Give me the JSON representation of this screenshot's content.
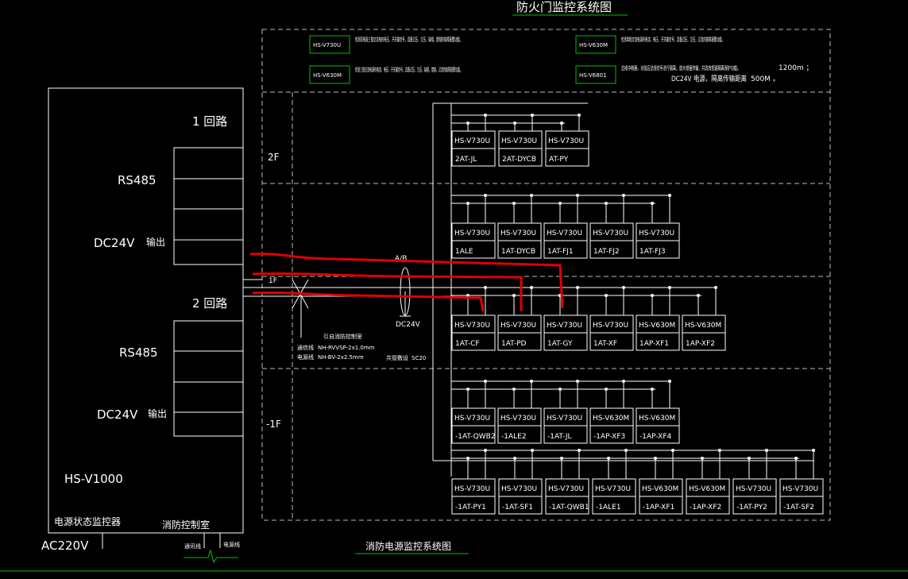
{
  "title_top": "防火门监控系统图",
  "title_bottom": "消防电源监控系统图",
  "legend": [
    {
      "code": "HS-V730U",
      "text": "检测双电源三相交流电的电压、开关量信号，具备过压、欠压、缺相、错相的故障报警功能。"
    },
    {
      "code": "HS-V630M",
      "text": "检测三相交流电源的电流、电压、开关量信号，具备过压、欠压、缺相、错相、过流的故障报警功能。"
    },
    {
      "code": "HS-V630M",
      "text": "检测单相交流电源的电流、电压、开关量信号，具备过压、欠压、过流的故障报警功能。"
    },
    {
      "code": "HS-V6801",
      "text": "总线中继器，对前后总线信号进行隔离，放大增强传输，并具有短路隔离保护功能。",
      "extra1": "1200m ；",
      "extra2": "DC24V 电源，隔离传输距离",
      "extra3": "500M 。"
    }
  ],
  "monitor": {
    "loop1": "1 回路",
    "loop2": "2 回路",
    "rs485": "RS485",
    "dc24": "DC24V",
    "output": "输出",
    "model": "HS-V1000",
    "name": "电源状态监控器",
    "room": "消防控制室",
    "power": "AC220V",
    "wire1": "通讯线",
    "wire2": "电源线"
  },
  "floors": {
    "f2": "2F",
    "f1": "1F",
    "fm1": "-1F"
  },
  "bus": {
    "ab": "A/B",
    "dc24v": "DC24V",
    "note_title": "引自消防控制室",
    "comm_label": "通信线",
    "comm_spec": "NH-RVVSP-2x1.0mm",
    "power_label": "电源线",
    "power_spec": "NH-BV-2x2.5mm",
    "conduit_label": "共管敷设",
    "conduit": "SC20"
  },
  "modules": {
    "row_2f": [
      {
        "model": "HS-V730U",
        "tag": "2AT-JL"
      },
      {
        "model": "HS-V730U",
        "tag": "2AT-DYCB"
      },
      {
        "model": "HS-V730U",
        "tag": "AT-PY"
      }
    ],
    "row_1f_a": [
      {
        "model": "HS-V730U",
        "tag": "1ALE"
      },
      {
        "model": "HS-V730U",
        "tag": "1AT-DYCB"
      },
      {
        "model": "HS-V730U",
        "tag": "1AT-FJ1"
      },
      {
        "model": "HS-V730U",
        "tag": "1AT-FJ2"
      },
      {
        "model": "HS-V730U",
        "tag": "1AT-FJ3"
      }
    ],
    "row_1f_b": [
      {
        "model": "HS-V730U",
        "tag": "1AT-CF"
      },
      {
        "model": "HS-V730U",
        "tag": "1AT-PD"
      },
      {
        "model": "HS-V730U",
        "tag": "1AT-GY"
      },
      {
        "model": "HS-V730U",
        "tag": "1AT-XF"
      },
      {
        "model": "HS-V630M",
        "tag": "1AP-XF1"
      },
      {
        "model": "HS-V630M",
        "tag": "1AP-XF2"
      }
    ],
    "row_b1_a": [
      {
        "model": "HS-V730U",
        "tag": "-1AT-QWB2"
      },
      {
        "model": "HS-V730U",
        "tag": "-1ALE2"
      },
      {
        "model": "HS-V730U",
        "tag": "-1AT-JL"
      },
      {
        "model": "HS-V630M",
        "tag": "-1AP-XF3"
      },
      {
        "model": "HS-V630M",
        "tag": "-1AP-XF4"
      }
    ],
    "row_b1_b": [
      {
        "model": "HS-V730U",
        "tag": "-1AT-PY1"
      },
      {
        "model": "HS-V730U",
        "tag": "-1AT-SF1"
      },
      {
        "model": "HS-V730U",
        "tag": "-1AT-QWB1"
      },
      {
        "model": "HS-V730U",
        "tag": "-1ALE1"
      },
      {
        "model": "HS-V630M",
        "tag": "-1AP-XF1"
      },
      {
        "model": "HS-V630M",
        "tag": "-1AP-XF2"
      },
      {
        "model": "HS-V730U",
        "tag": "-1AT-PY2"
      },
      {
        "model": "HS-V730U",
        "tag": "-1AT-SF2"
      }
    ]
  },
  "colors": {
    "line": "#ffffff",
    "markup": "#e00000",
    "accent": "#00c000"
  }
}
